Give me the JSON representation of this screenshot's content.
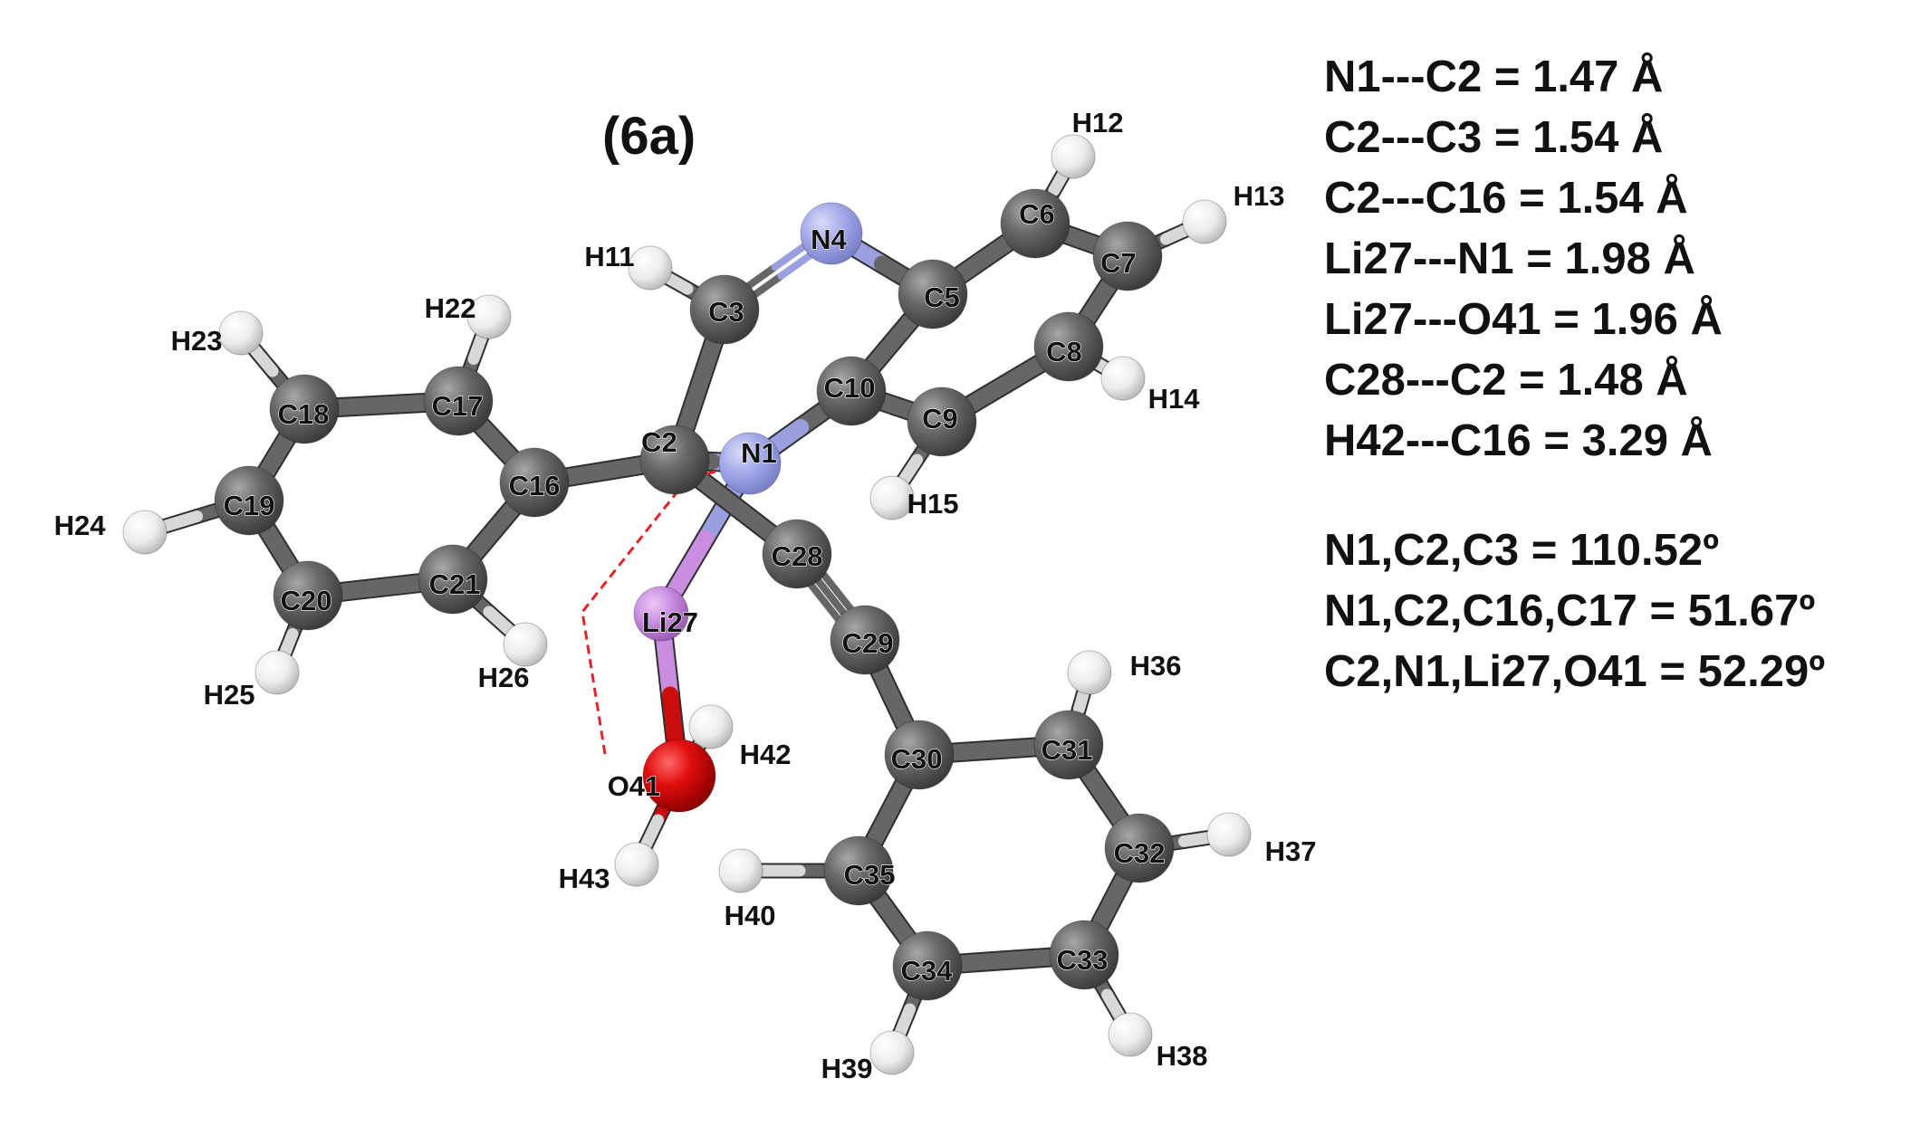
{
  "title": "(6a)",
  "colors": {
    "carbon": "#5e5e5e",
    "nitrogen": "#9ea5e6",
    "hydrogen": "#f2f2f2",
    "lithium": "#c98ee0",
    "oxygen": "#e00d0d",
    "interaction": "#e0242c",
    "text": "#111111"
  },
  "atoms": [
    {
      "id": "N1",
      "element": "N"
    },
    {
      "id": "C2",
      "element": "C"
    },
    {
      "id": "C3",
      "element": "C"
    },
    {
      "id": "N4",
      "element": "N"
    },
    {
      "id": "C5",
      "element": "C"
    },
    {
      "id": "C6",
      "element": "C"
    },
    {
      "id": "C7",
      "element": "C"
    },
    {
      "id": "C8",
      "element": "C"
    },
    {
      "id": "C9",
      "element": "C"
    },
    {
      "id": "C10",
      "element": "C"
    },
    {
      "id": "H11",
      "element": "H"
    },
    {
      "id": "H12",
      "element": "H"
    },
    {
      "id": "H13",
      "element": "H"
    },
    {
      "id": "H14",
      "element": "H"
    },
    {
      "id": "H15",
      "element": "H"
    },
    {
      "id": "C16",
      "element": "C"
    },
    {
      "id": "C17",
      "element": "C"
    },
    {
      "id": "C18",
      "element": "C"
    },
    {
      "id": "C19",
      "element": "C"
    },
    {
      "id": "C20",
      "element": "C"
    },
    {
      "id": "C21",
      "element": "C"
    },
    {
      "id": "H22",
      "element": "H"
    },
    {
      "id": "H23",
      "element": "H"
    },
    {
      "id": "H24",
      "element": "H"
    },
    {
      "id": "H25",
      "element": "H"
    },
    {
      "id": "H26",
      "element": "H"
    },
    {
      "id": "Li27",
      "element": "Li"
    },
    {
      "id": "C28",
      "element": "C"
    },
    {
      "id": "C29",
      "element": "C"
    },
    {
      "id": "C30",
      "element": "C"
    },
    {
      "id": "C31",
      "element": "C"
    },
    {
      "id": "C32",
      "element": "C"
    },
    {
      "id": "C33",
      "element": "C"
    },
    {
      "id": "C34",
      "element": "C"
    },
    {
      "id": "C35",
      "element": "C"
    },
    {
      "id": "H36",
      "element": "H"
    },
    {
      "id": "H37",
      "element": "H"
    },
    {
      "id": "H38",
      "element": "H"
    },
    {
      "id": "H39",
      "element": "H"
    },
    {
      "id": "H40",
      "element": "H"
    },
    {
      "id": "O41",
      "element": "O"
    },
    {
      "id": "H42",
      "element": "H"
    },
    {
      "id": "H43",
      "element": "H"
    }
  ],
  "bonds": [
    {
      "a": "N1",
      "b": "C2"
    },
    {
      "a": "C2",
      "b": "C3"
    },
    {
      "a": "C3",
      "b": "N4",
      "order": 2
    },
    {
      "a": "N4",
      "b": "C5"
    },
    {
      "a": "C5",
      "b": "C6"
    },
    {
      "a": "C6",
      "b": "C7"
    },
    {
      "a": "C7",
      "b": "C8"
    },
    {
      "a": "C8",
      "b": "C9"
    },
    {
      "a": "C9",
      "b": "C10"
    },
    {
      "a": "C10",
      "b": "C5"
    },
    {
      "a": "C10",
      "b": "N1"
    },
    {
      "a": "C3",
      "b": "H11"
    },
    {
      "a": "C6",
      "b": "H12"
    },
    {
      "a": "C7",
      "b": "H13"
    },
    {
      "a": "C8",
      "b": "H14"
    },
    {
      "a": "C9",
      "b": "H15"
    },
    {
      "a": "C2",
      "b": "C16"
    },
    {
      "a": "C16",
      "b": "C17"
    },
    {
      "a": "C17",
      "b": "C18"
    },
    {
      "a": "C18",
      "b": "C19"
    },
    {
      "a": "C19",
      "b": "C20"
    },
    {
      "a": "C20",
      "b": "C21"
    },
    {
      "a": "C21",
      "b": "C16"
    },
    {
      "a": "C17",
      "b": "H22"
    },
    {
      "a": "C18",
      "b": "H23"
    },
    {
      "a": "C19",
      "b": "H24"
    },
    {
      "a": "C20",
      "b": "H25"
    },
    {
      "a": "C21",
      "b": "H26"
    },
    {
      "a": "N1",
      "b": "Li27"
    },
    {
      "a": "Li27",
      "b": "O41"
    },
    {
      "a": "O41",
      "b": "H42"
    },
    {
      "a": "O41",
      "b": "H43"
    },
    {
      "a": "C2",
      "b": "C28"
    },
    {
      "a": "C28",
      "b": "C29",
      "order": 3
    },
    {
      "a": "C29",
      "b": "C30"
    },
    {
      "a": "C30",
      "b": "C31"
    },
    {
      "a": "C31",
      "b": "C32"
    },
    {
      "a": "C32",
      "b": "C33"
    },
    {
      "a": "C33",
      "b": "C34"
    },
    {
      "a": "C34",
      "b": "C35"
    },
    {
      "a": "C35",
      "b": "C30"
    },
    {
      "a": "C31",
      "b": "H36"
    },
    {
      "a": "C32",
      "b": "H37"
    },
    {
      "a": "C33",
      "b": "H38"
    },
    {
      "a": "C34",
      "b": "H39"
    },
    {
      "a": "C35",
      "b": "H40"
    }
  ],
  "interactions": [
    {
      "a": "H42",
      "b": "C16",
      "style": "dashed"
    }
  ],
  "bond_lengths": [
    "N1---C2 = 1.47 Å",
    "C2---C3 = 1.54 Å",
    "C2---C16 = 1.54 Å",
    "Li27---N1 = 1.98 Å",
    "Li27---O41 = 1.96 Å",
    "C28---C2 = 1.48 Å",
    "H42---C16 = 3.29 Å"
  ],
  "angles": [
    "N1,C2,C3 = 110.52º",
    "N1,C2,C16,C17 = 51.67º",
    "C2,N1,Li27,O41 = 52.29º"
  ]
}
